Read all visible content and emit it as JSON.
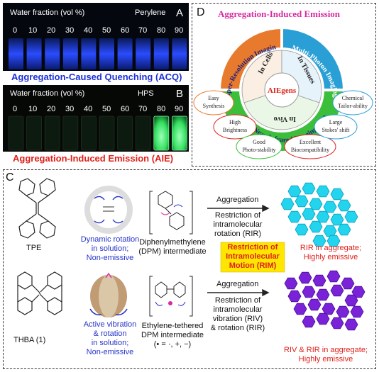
{
  "panel_a": {
    "header_left": "Water fraction (vol %)",
    "compound": "Perylene",
    "letter": "A",
    "fractions": [
      "0",
      "10",
      "20",
      "30",
      "40",
      "50",
      "60",
      "70",
      "80",
      "90"
    ],
    "caption": "Aggregation-Caused Quenching (ACQ)",
    "caption_color": "#1d2fd6"
  },
  "panel_b": {
    "header_left": "Water fraction (vol %)",
    "compound": "HPS",
    "letter": "B",
    "fractions": [
      "0",
      "10",
      "20",
      "30",
      "40",
      "50",
      "60",
      "70",
      "80",
      "90"
    ],
    "caption": "Aggregation-Induced Emission (AIE)",
    "caption_color": "#e0201a"
  },
  "panel_d": {
    "letter": "D",
    "title": "Aggregation-Induced Emission",
    "center": "AIEgens",
    "inner": [
      "In Cells",
      "In Tissues",
      "In Vivo"
    ],
    "arcs": [
      "Super-Resolution Imaging (SRI)",
      "Multi-Photon Imaging (MPI)",
      "Near-Infrared Imaging (NIR)"
    ],
    "features": [
      "Easy Synthesis",
      "High Brightness",
      "Good Photo-stability",
      "Excellent Biocompatibility",
      "Large Stokes' shift",
      "Chemical Tailor-ability"
    ],
    "colors": {
      "sri": "#e87a2e",
      "mpi": "#2a9fd6",
      "nir": "#3bbf3b",
      "title": "#d62aa0",
      "center": "#e0201a"
    }
  },
  "panel_c": {
    "letter": "C",
    "row1": {
      "molecule": "TPE",
      "motion": [
        "Dynamic rotation",
        "in solution;",
        "Non-emissive"
      ],
      "intermediate": [
        "Diphenylmethylene",
        "(DPM) intermediate"
      ],
      "arrow_top": "Aggregation",
      "arrow_bottom": [
        "Restriction of",
        "intramolecular",
        "rotation (RIR)"
      ],
      "result": [
        "RIR in aggregate;",
        "Highly emissive"
      ]
    },
    "rim": [
      "Restriction of",
      "Intramolecular",
      "Motion (RIM)"
    ],
    "row2": {
      "molecule": "THBA (1)",
      "motion": [
        "Active vibration",
        "& rotation",
        "in solution;",
        "Non-emissive"
      ],
      "intermediate": [
        "Ethylene-tethered",
        "DPM intermediate",
        "(• = ·, +, −)"
      ],
      "arrow_top": "Aggregation",
      "arrow_bottom": [
        "Restriction of",
        "intramolecular",
        "vibration (RIV)",
        "& rotation (RIR)"
      ],
      "result": [
        "RIV & RIR in aggregate;",
        "Highly emissive"
      ]
    },
    "colors": {
      "blue": "#2633c8",
      "red": "#e0201a",
      "rim_bg": "#ffe600",
      "cyan": "#22d4ee",
      "purple": "#7a22d8"
    }
  }
}
